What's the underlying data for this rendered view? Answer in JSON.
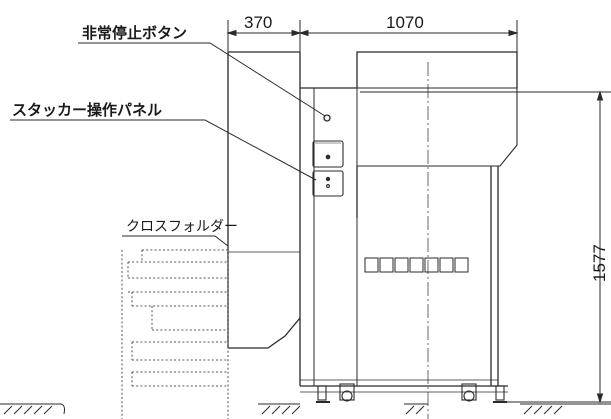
{
  "labels": {
    "emergency_stop": "非常停止ボタン",
    "stacker_panel": "スタッカー操作パネル",
    "cross_folder": "クロスフォルダー"
  },
  "dimensions": {
    "width_left": "370",
    "width_main": "1070",
    "height": "1577"
  },
  "colors": {
    "line": "#2a2a2a",
    "dotted": "#555555",
    "paper": "#ffffff"
  }
}
